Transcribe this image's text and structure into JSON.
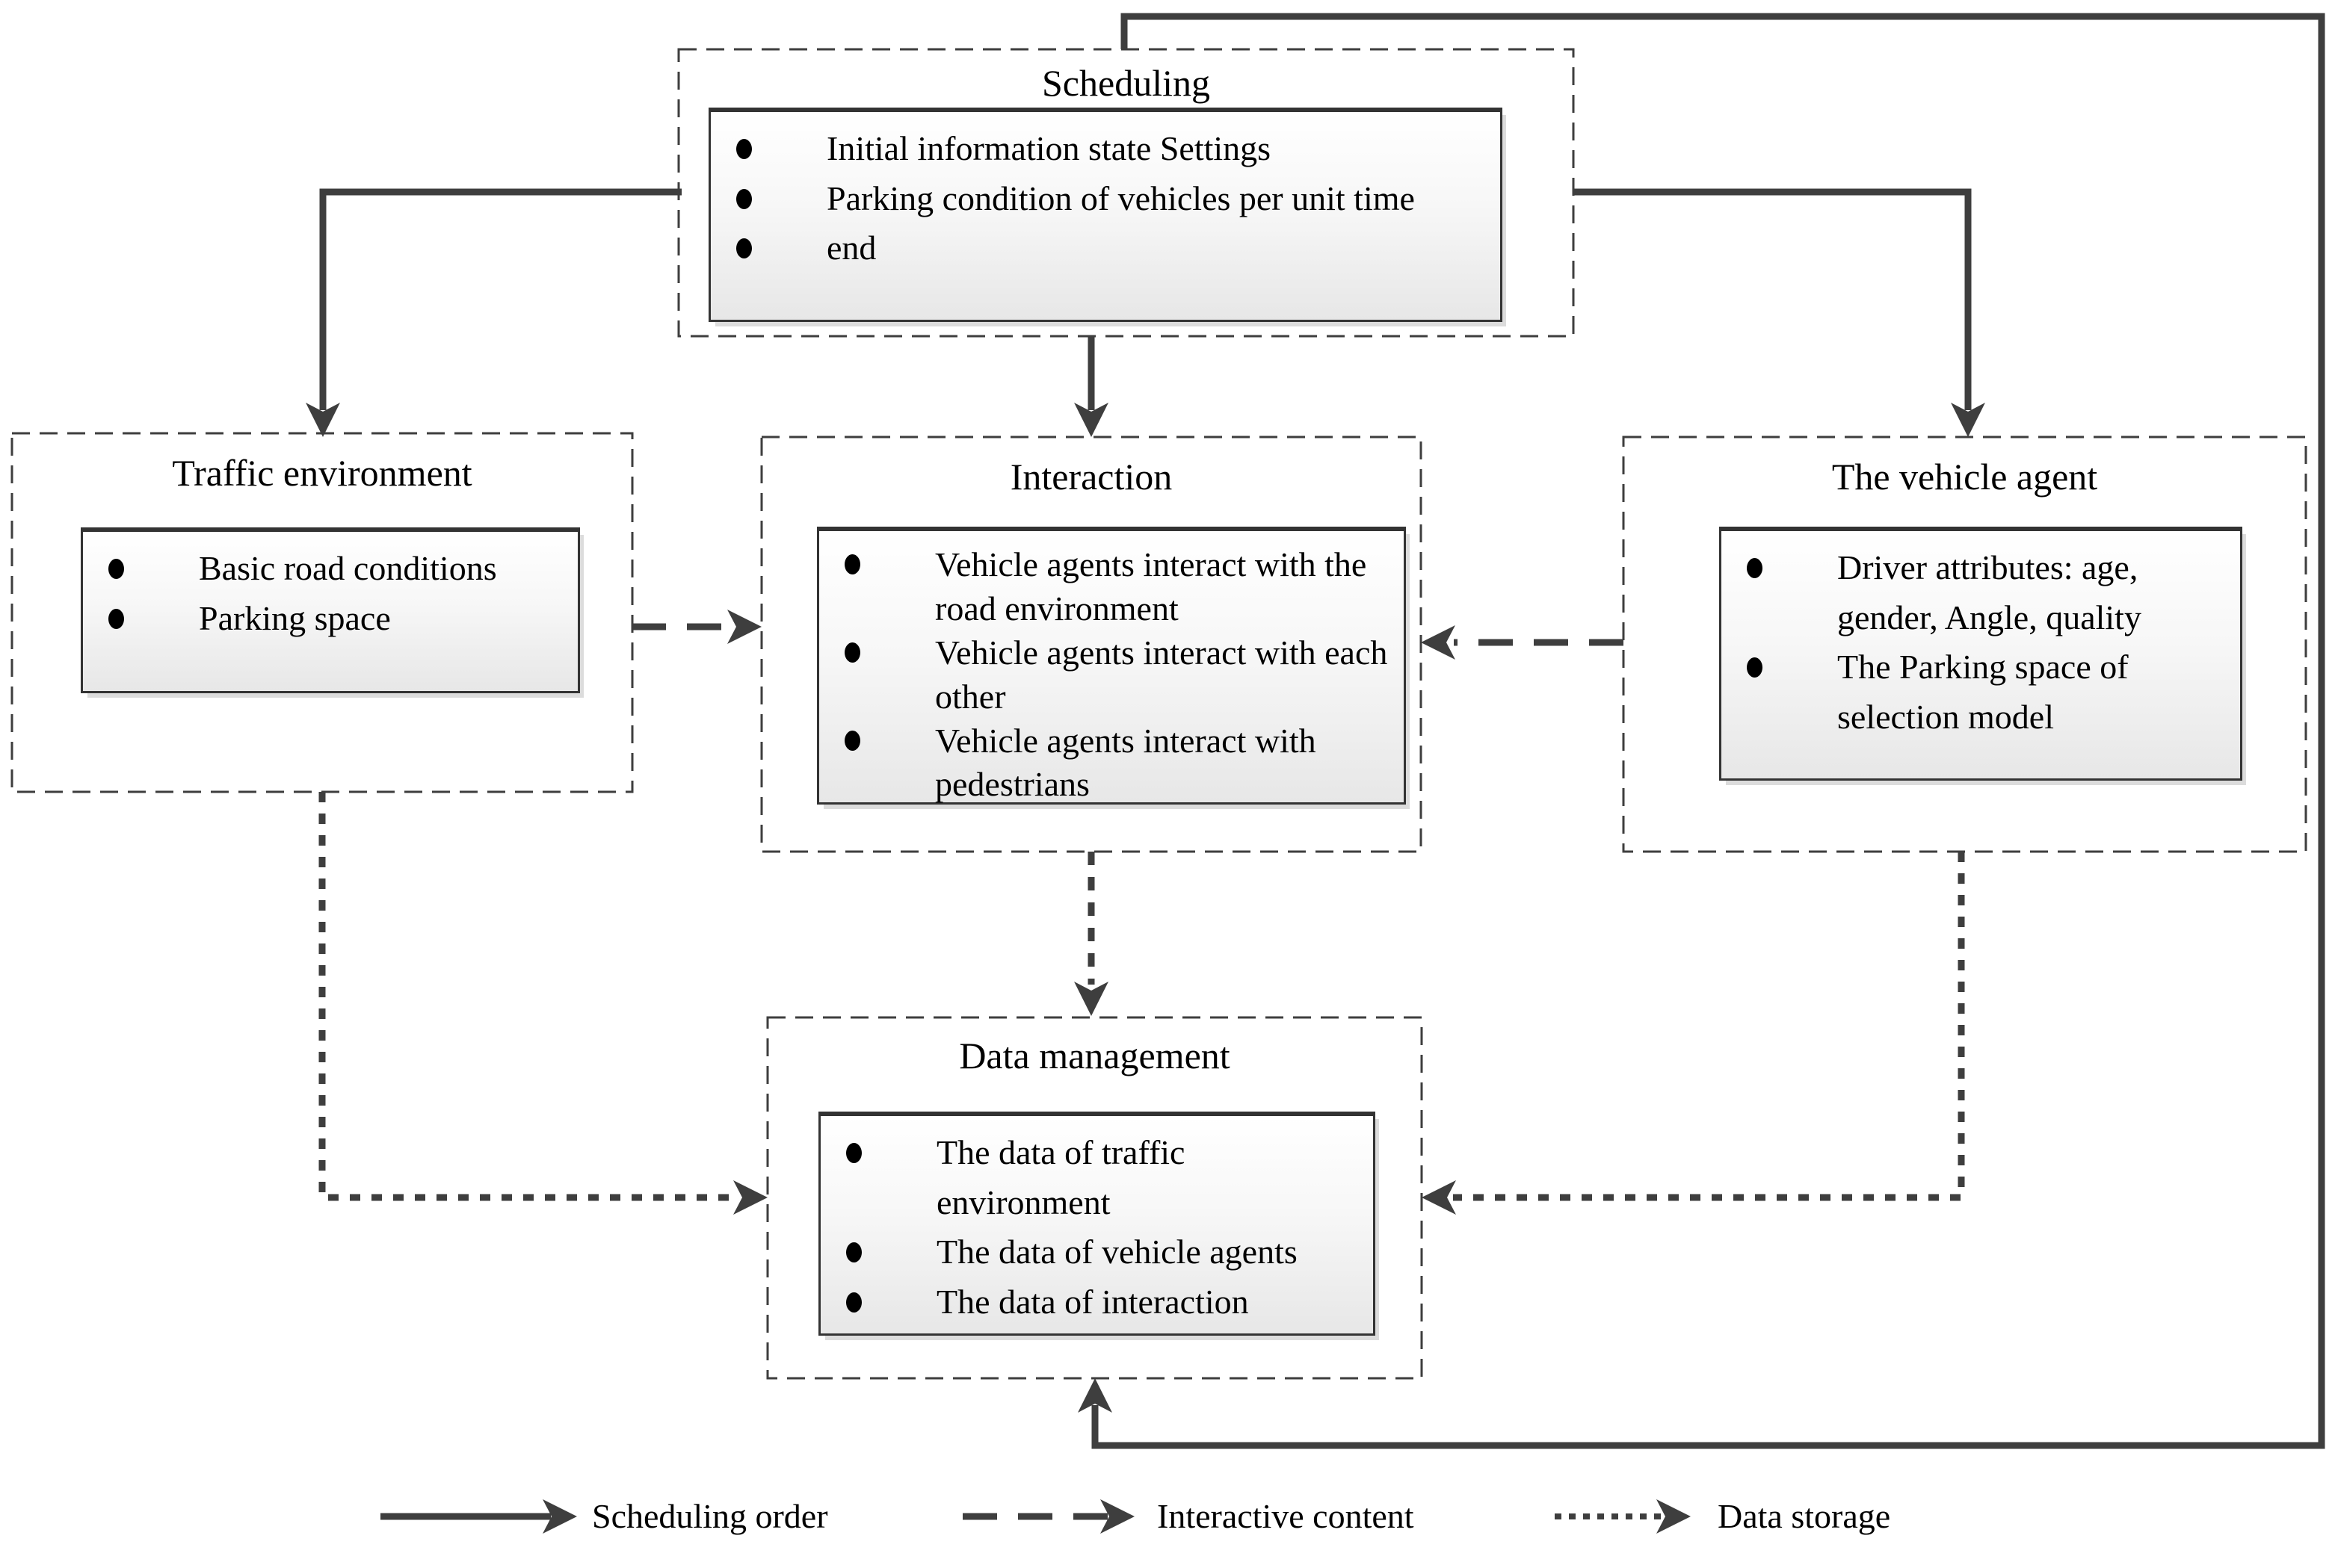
{
  "diagram": {
    "boxes": {
      "scheduling": {
        "title": "Scheduling",
        "items": [
          "Initial information state Settings",
          "Parking condition of vehicles per unit time",
          "end"
        ]
      },
      "traffic_environment": {
        "title": "Traffic environment",
        "items": [
          "Basic road conditions",
          "Parking space"
        ]
      },
      "interaction": {
        "title": "Interaction",
        "items": [
          "Vehicle agents interact with the road environment",
          "Vehicle agents interact with each other",
          "Vehicle agents interact with pedestrians"
        ]
      },
      "vehicle_agent": {
        "title": "The vehicle agent",
        "items": [
          "Driver attributes: age, gender, Angle, quality",
          "The Parking space of selection model"
        ]
      },
      "data_management": {
        "title": "Data management",
        "items": [
          "The data of traffic environment",
          "The data of vehicle agents",
          "The data of interaction"
        ]
      }
    },
    "legend": [
      {
        "style": "solid",
        "label": "Scheduling order"
      },
      {
        "style": "dashed",
        "label": "Interactive content"
      },
      {
        "style": "dotted",
        "label": "Data storage"
      }
    ],
    "colors": {
      "line": "#3e3e3e",
      "text": "#000000",
      "fill_top": "#ffffff",
      "fill_bottom": "#e7e7e7"
    }
  }
}
